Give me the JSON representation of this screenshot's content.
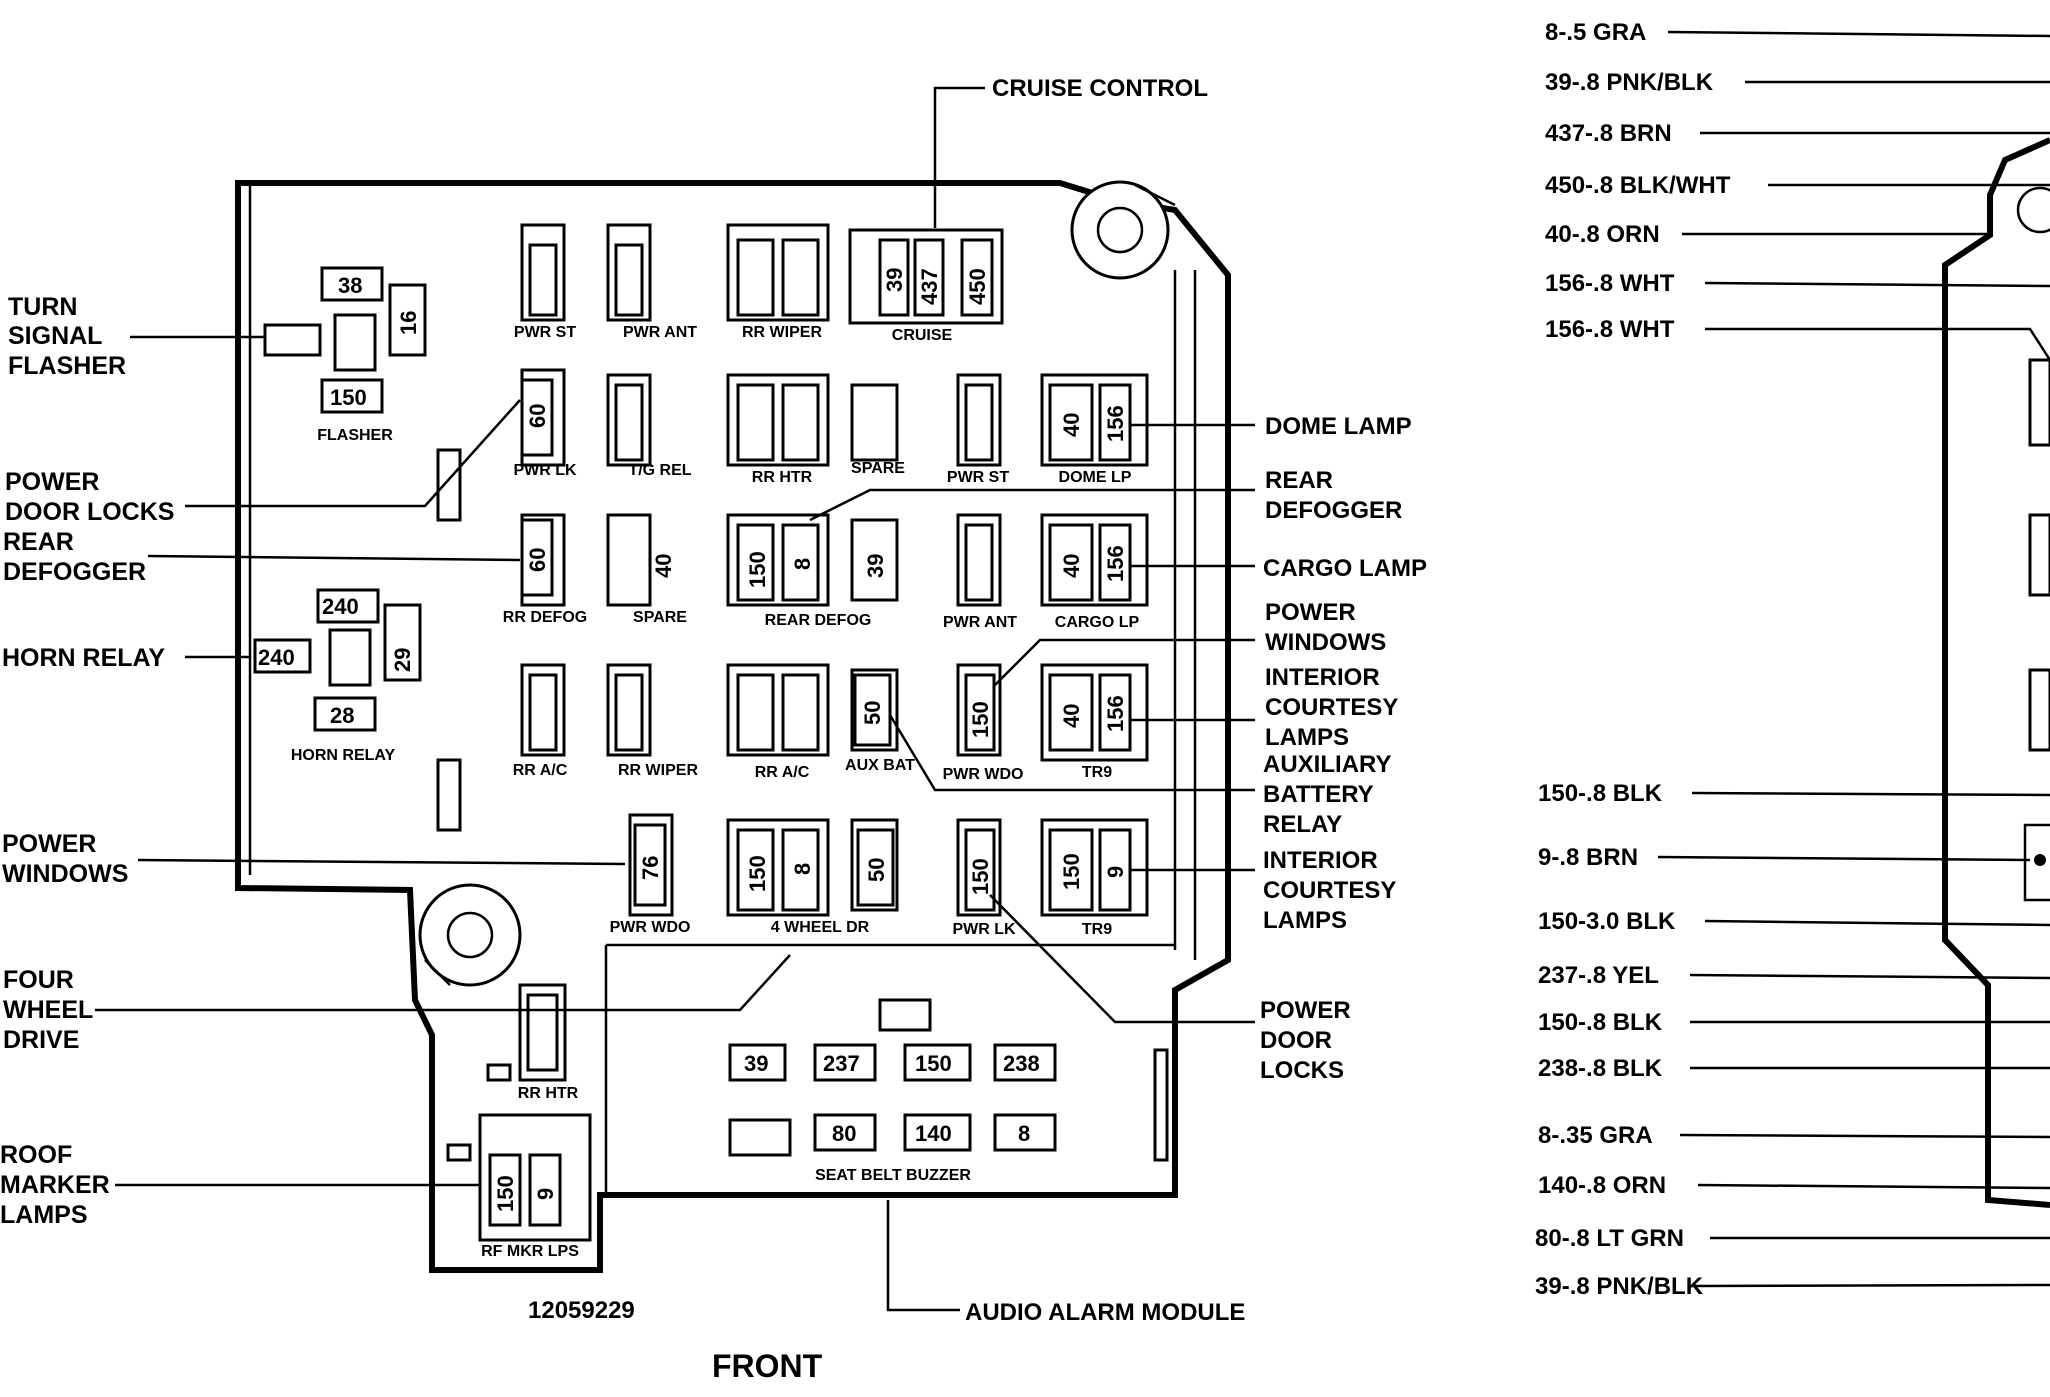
{
  "fuse_labels": {
    "pwr_st_1": "PWR ST",
    "pwr_ant_1": "PWR ANT",
    "rr_wiper_1": "RR WIPER",
    "cruise": "CRUISE",
    "flasher": "FLASHER",
    "pwr_lk_1": "PWR LK",
    "tg_rel": "T/G REL",
    "rr_htr_1": "RR HTR",
    "spare_1": "SPARE",
    "pwr_st_2": "PWR ST",
    "dome_lp": "DOME LP",
    "rr_defog": "RR DEFOG",
    "spare_2": "SPARE",
    "rear_defog": "REAR DEFOG",
    "pwr_ant_2": "PWR ANT",
    "cargo_lp": "CARGO LP",
    "horn_relay": "HORN RELAY",
    "rr_ac_1": "RR A/C",
    "rr_wiper_2": "RR WIPER",
    "rr_ac_2": "RR A/C",
    "aux_bat": "AUX BAT",
    "pwr_wdo_1": "PWR WDO",
    "tr9_1": "TR9",
    "pwr_wdo_2": "PWR WDO",
    "four_wheel_dr": "4 WHEEL DR",
    "pwr_lk_2": "PWR LK",
    "tr9_2": "TR9",
    "rr_htr_2": "RR HTR",
    "rf_mkr_lps": "RF MKR LPS",
    "seat_belt_buzzer": "SEAT BELT BUZZER"
  },
  "terminal_numbers": {
    "cruise_39": "39",
    "cruise_437": "437",
    "cruise_450": "450",
    "flasher_38": "38",
    "flasher_16": "16",
    "flasher_150": "150",
    "pwr_lk_60": "60",
    "dome_40": "40",
    "dome_156": "156",
    "rr_defog_60": "60",
    "spare_40": "40",
    "rear_defog_150": "150",
    "rear_defog_8": "8",
    "rear_defog_39": "39",
    "cargo_40": "40",
    "cargo_156": "156",
    "horn_240_a": "240",
    "horn_240_b": "240",
    "horn_29": "29",
    "horn_28": "28",
    "aux_bat_50": "50",
    "pwr_wdo_150": "150",
    "tr9_40": "40",
    "tr9_156": "156",
    "pwr_wdo_76": "76",
    "fwd_150": "150",
    "fwd_8": "8",
    "fwd_50": "50",
    "pwr_lk_150": "150",
    "tr9b_150": "150",
    "tr9b_9": "9",
    "rf_150": "150",
    "rf_9": "9",
    "alarm_39": "39",
    "alarm_237": "237",
    "alarm_150": "150",
    "alarm_238": "238",
    "alarm_80": "80",
    "alarm_140": "140",
    "alarm_8": "8"
  },
  "callouts": {
    "cruise_control": "CRUISE CONTROL",
    "turn_signal_flasher": [
      "TURN",
      "SIGNAL",
      "FLASHER"
    ],
    "power_door_locks_left": [
      "POWER",
      "DOOR LOCKS"
    ],
    "rear_defogger_left": [
      "REAR",
      "DEFOGGER"
    ],
    "horn_relay": "HORN RELAY",
    "power_windows_left": [
      "POWER",
      "WINDOWS"
    ],
    "four_wheel_drive": [
      "FOUR",
      "WHEEL",
      "DRIVE"
    ],
    "roof_marker_lamps": [
      "ROOF",
      "MARKER",
      "LAMPS"
    ],
    "dome_lamp": "DOME LAMP",
    "rear_defogger_right": [
      "REAR",
      "DEFOGGER"
    ],
    "cargo_lamp": "CARGO LAMP",
    "power_windows_right": [
      "POWER",
      "WINDOWS"
    ],
    "interior_courtesy_lamps_1": [
      "INTERIOR",
      "COURTESY",
      "LAMPS"
    ],
    "auxiliary_battery_relay": [
      "AUXILIARY",
      "BATTERY",
      "RELAY"
    ],
    "interior_courtesy_lamps_2": [
      "INTERIOR",
      "COURTESY",
      "LAMPS"
    ],
    "power_door_locks_right": [
      "POWER",
      "DOOR",
      "LOCKS"
    ],
    "audio_alarm_module": "AUDIO ALARM MODULE"
  },
  "part_number": "12059229",
  "front_label": "FRONT",
  "wire_labels": [
    "8-.5 GRA",
    "39-.8 PNK/BLK",
    "437-.8 BRN",
    "450-.8 BLK/WHT",
    "40-.8 ORN",
    "156-.8 WHT",
    "156-.8 WHT",
    "150-.8 BLK",
    "9-.8 BRN",
    "150-3.0 BLK",
    "237-.8 YEL",
    "150-.8 BLK",
    "238-.8 BLK",
    "8-.35 GRA",
    "140-.8 ORN",
    "80-.8 LT GRN",
    "39-.8 PNK/BLK"
  ]
}
